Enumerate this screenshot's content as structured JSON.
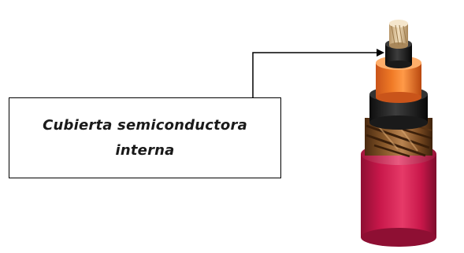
{
  "callout": {
    "label": "Cubierta semiconductora interna"
  },
  "cable_layers": [
    {
      "name": "conductor",
      "color": "#e6cfa8"
    },
    {
      "name": "inner-semiconductor-screen",
      "color": "#222222"
    },
    {
      "name": "insulation",
      "color": "#f07a26"
    },
    {
      "name": "outer-semiconductor-screen",
      "color": "#2a2a2a"
    },
    {
      "name": "metallic-screen",
      "color": "#8a5a2b"
    },
    {
      "name": "outer-jacket",
      "color": "#c8174a"
    }
  ],
  "colors": {
    "line": "#000000",
    "background": "#ffffff"
  }
}
